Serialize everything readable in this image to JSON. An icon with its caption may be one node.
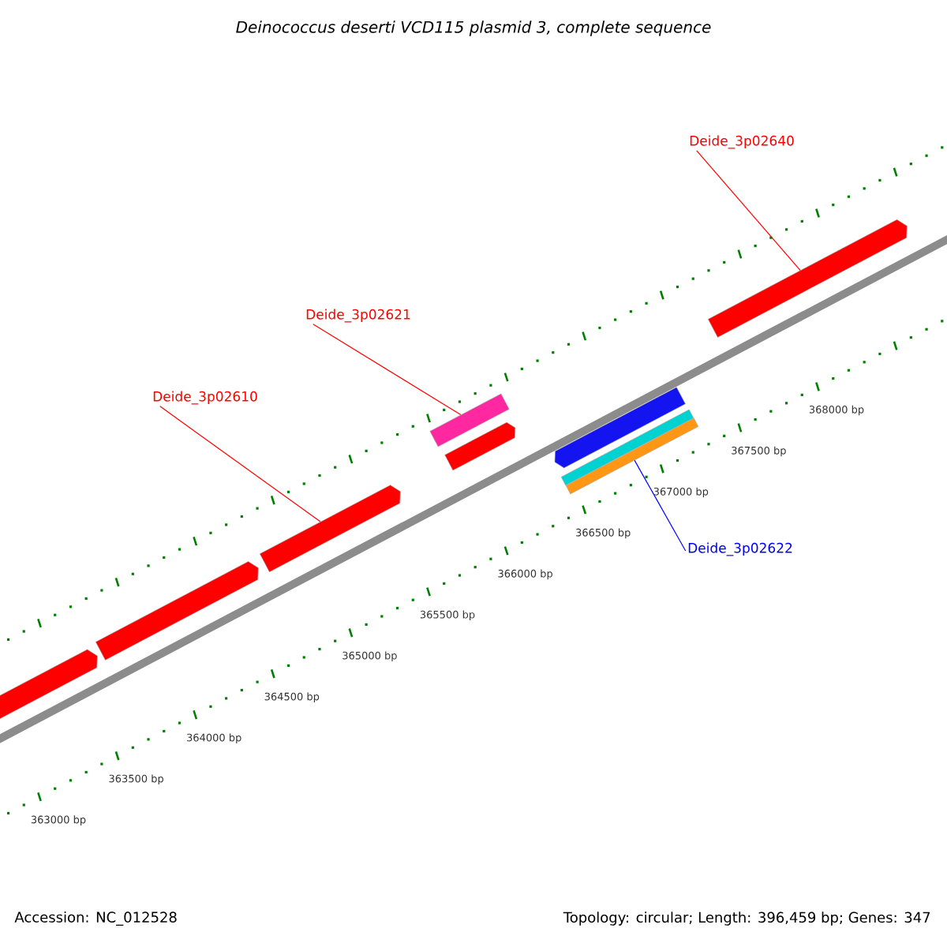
{
  "diagram": {
    "title": "Deinococcus deserti VCD115 plasmid 3, complete sequence",
    "nodes": [
      {
        "text": [
          "Deide_3p02640"
        ]
      },
      {
        "text": [
          "Deide_3p02621"
        ]
      },
      {
        "text": [
          "Deide_3p02610"
        ]
      },
      {
        "text": [
          "Deide_3p02622"
        ]
      },
      {
        "text": [],
        "shape": "bar"
      },
      {
        "text": [],
        "shape": "bar"
      },
      {
        "text": [],
        "shape": "bar"
      },
      {
        "text": [],
        "shape": "bar"
      },
      {
        "text": [],
        "shape": "bar"
      },
      {
        "text": [],
        "shape": "bar"
      },
      {
        "text": [],
        "shape": "bar"
      },
      {
        "text": [],
        "shape": "bar"
      },
      {
        "text": [],
        "shape": "bar"
      }
    ],
    "edges": [
      {
        "from": 0,
        "to": 12,
        "arrow": "none"
      },
      {
        "from": 1,
        "to": 7,
        "arrow": "none"
      },
      {
        "from": 2,
        "to": 6,
        "arrow": "none"
      },
      {
        "from": 3,
        "to": 11,
        "arrow": "none",
        "color": "#0000ff"
      }
    ],
    "labels": [
      "368000 bp",
      "367500 bp",
      "367000 bp",
      "366500 bp",
      "366000 bp",
      "365500 bp",
      "365000 bp",
      "364500 bp",
      "364000 bp",
      "363500 bp",
      "363000 bp",
      "Accession: NC_012528",
      "Topology: circular; Length: 396,459 bp; Genes: 347"
    ]
  }
}
